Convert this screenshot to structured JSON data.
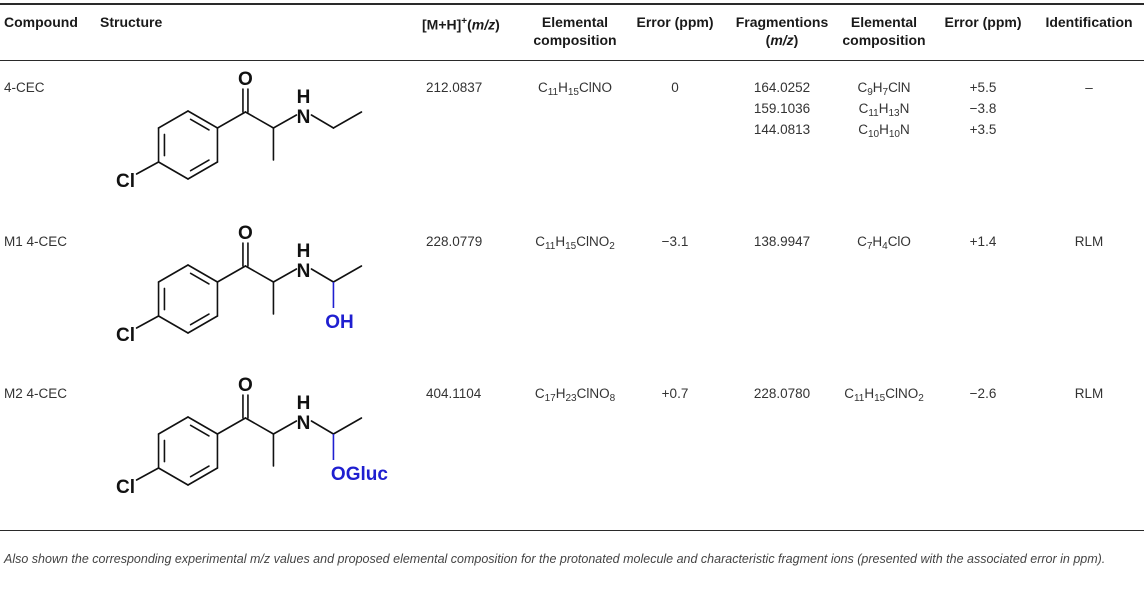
{
  "table": {
    "headers": {
      "compound": "Compound",
      "structure": "Structure",
      "mh_prefix": "[M+H]",
      "mh_sup": "+",
      "mh_unit_open": "(",
      "mh_unit": "m/z",
      "mh_unit_close": ")",
      "elemental_1": "Elemental",
      "elemental_2": "composition",
      "error": "Error (ppm)",
      "fragmentions": "Fragmentions",
      "frag_unit_open": "(",
      "frag_unit": "m/z",
      "frag_unit_close": ")",
      "frag_elemental_1": "Elemental",
      "frag_elemental_2": "composition",
      "frag_error": "Error (ppm)",
      "identification": "Identification"
    },
    "rows": [
      {
        "compound": "4-CEC",
        "structure": {
          "top_label": "O",
          "nh_label": "H",
          "n_label": "N",
          "cl_label": "Cl",
          "substituent": ""
        },
        "mh": "212.0837",
        "composition": [
          {
            "t": "C",
            "sub": false
          },
          {
            "t": "11",
            "sub": true
          },
          {
            "t": "H",
            "sub": false
          },
          {
            "t": "15",
            "sub": true
          },
          {
            "t": "ClNO",
            "sub": false
          }
        ],
        "error": "0",
        "fragments": [
          {
            "mz": "164.0252",
            "composition": [
              {
                "t": "C",
                "sub": false
              },
              {
                "t": "9",
                "sub": true
              },
              {
                "t": "H",
                "sub": false
              },
              {
                "t": "7",
                "sub": true
              },
              {
                "t": "ClN",
                "sub": false
              }
            ],
            "error": "+5.5"
          },
          {
            "mz": "159.1036",
            "composition": [
              {
                "t": "C",
                "sub": false
              },
              {
                "t": "11",
                "sub": true
              },
              {
                "t": "H",
                "sub": false
              },
              {
                "t": "13",
                "sub": true
              },
              {
                "t": "N",
                "sub": false
              }
            ],
            "error": "−3.8"
          },
          {
            "mz": "144.0813",
            "composition": [
              {
                "t": "C",
                "sub": false
              },
              {
                "t": "10",
                "sub": true
              },
              {
                "t": "H",
                "sub": false
              },
              {
                "t": "10",
                "sub": true
              },
              {
                "t": "N",
                "sub": false
              }
            ],
            "error": "+3.5"
          }
        ],
        "identification": "–"
      },
      {
        "compound": "M1 4-CEC",
        "structure": {
          "top_label": "O",
          "nh_label": "H",
          "n_label": "N",
          "cl_label": "Cl",
          "substituent": "OH"
        },
        "mh": "228.0779",
        "composition": [
          {
            "t": "C",
            "sub": false
          },
          {
            "t": "11",
            "sub": true
          },
          {
            "t": "H",
            "sub": false
          },
          {
            "t": "15",
            "sub": true
          },
          {
            "t": "ClNO",
            "sub": false
          },
          {
            "t": "2",
            "sub": true
          }
        ],
        "error": "−3.1",
        "fragments": [
          {
            "mz": "138.9947",
            "composition": [
              {
                "t": "C",
                "sub": false
              },
              {
                "t": "7",
                "sub": true
              },
              {
                "t": "H",
                "sub": false
              },
              {
                "t": "4",
                "sub": true
              },
              {
                "t": "ClO",
                "sub": false
              }
            ],
            "error": "+1.4"
          }
        ],
        "identification": "RLM"
      },
      {
        "compound": "M2 4-CEC",
        "structure": {
          "top_label": "O",
          "nh_label": "H",
          "n_label": "N",
          "cl_label": "Cl",
          "substituent": "OGluc"
        },
        "mh": "404.1104",
        "composition": [
          {
            "t": "C",
            "sub": false
          },
          {
            "t": "17",
            "sub": true
          },
          {
            "t": "H",
            "sub": false
          },
          {
            "t": "23",
            "sub": true
          },
          {
            "t": "ClNO",
            "sub": false
          },
          {
            "t": "8",
            "sub": true
          }
        ],
        "error": "+0.7",
        "fragments": [
          {
            "mz": "228.0780",
            "composition": [
              {
                "t": "C",
                "sub": false
              },
              {
                "t": "11",
                "sub": true
              },
              {
                "t": "H",
                "sub": false
              },
              {
                "t": "15",
                "sub": true
              },
              {
                "t": "ClNO",
                "sub": false
              },
              {
                "t": "2",
                "sub": true
              }
            ],
            "error": "−2.6"
          }
        ],
        "identification": "RLM"
      }
    ]
  },
  "caption": "Also shown the corresponding experimental m/z values and proposed elemental composition for the protonated molecule and characteristic fragment ions (presented with the associated error in ppm).",
  "colors": {
    "text": "#222222",
    "rule": "#2a2a2a",
    "bond": "#111111",
    "substituent": "#1f1fd0"
  }
}
